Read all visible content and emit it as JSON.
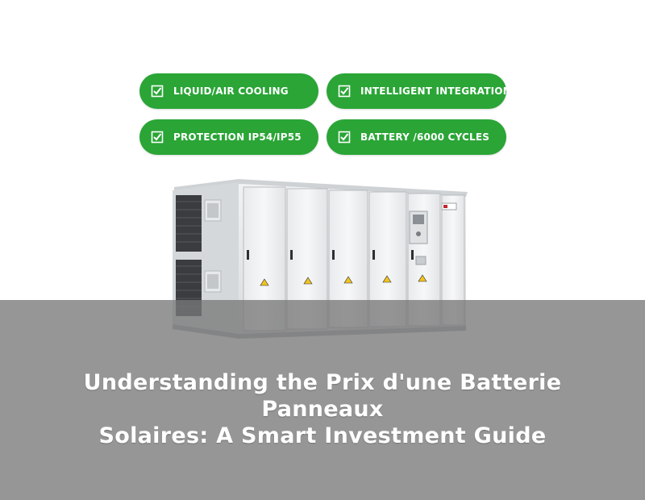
{
  "features": [
    {
      "label": "LIQUID/AIR COOLING",
      "icon": "checkbox-icon"
    },
    {
      "label": "INTELLIGENT INTEGRATION",
      "icon": "checkbox-icon"
    },
    {
      "label": "PROTECTION IP54/IP55",
      "icon": "checkbox-icon"
    },
    {
      "label": "BATTERY /6000 CYCLES",
      "icon": "checkbox-icon"
    }
  ],
  "headline": {
    "line1": "Understanding the Prix d'une Batterie Panneaux",
    "line2": "Solaires: A Smart Investment Guide"
  },
  "colors": {
    "pill_green": "#2aa536",
    "overlay_gray": "#787878",
    "text_white": "#ffffff"
  }
}
